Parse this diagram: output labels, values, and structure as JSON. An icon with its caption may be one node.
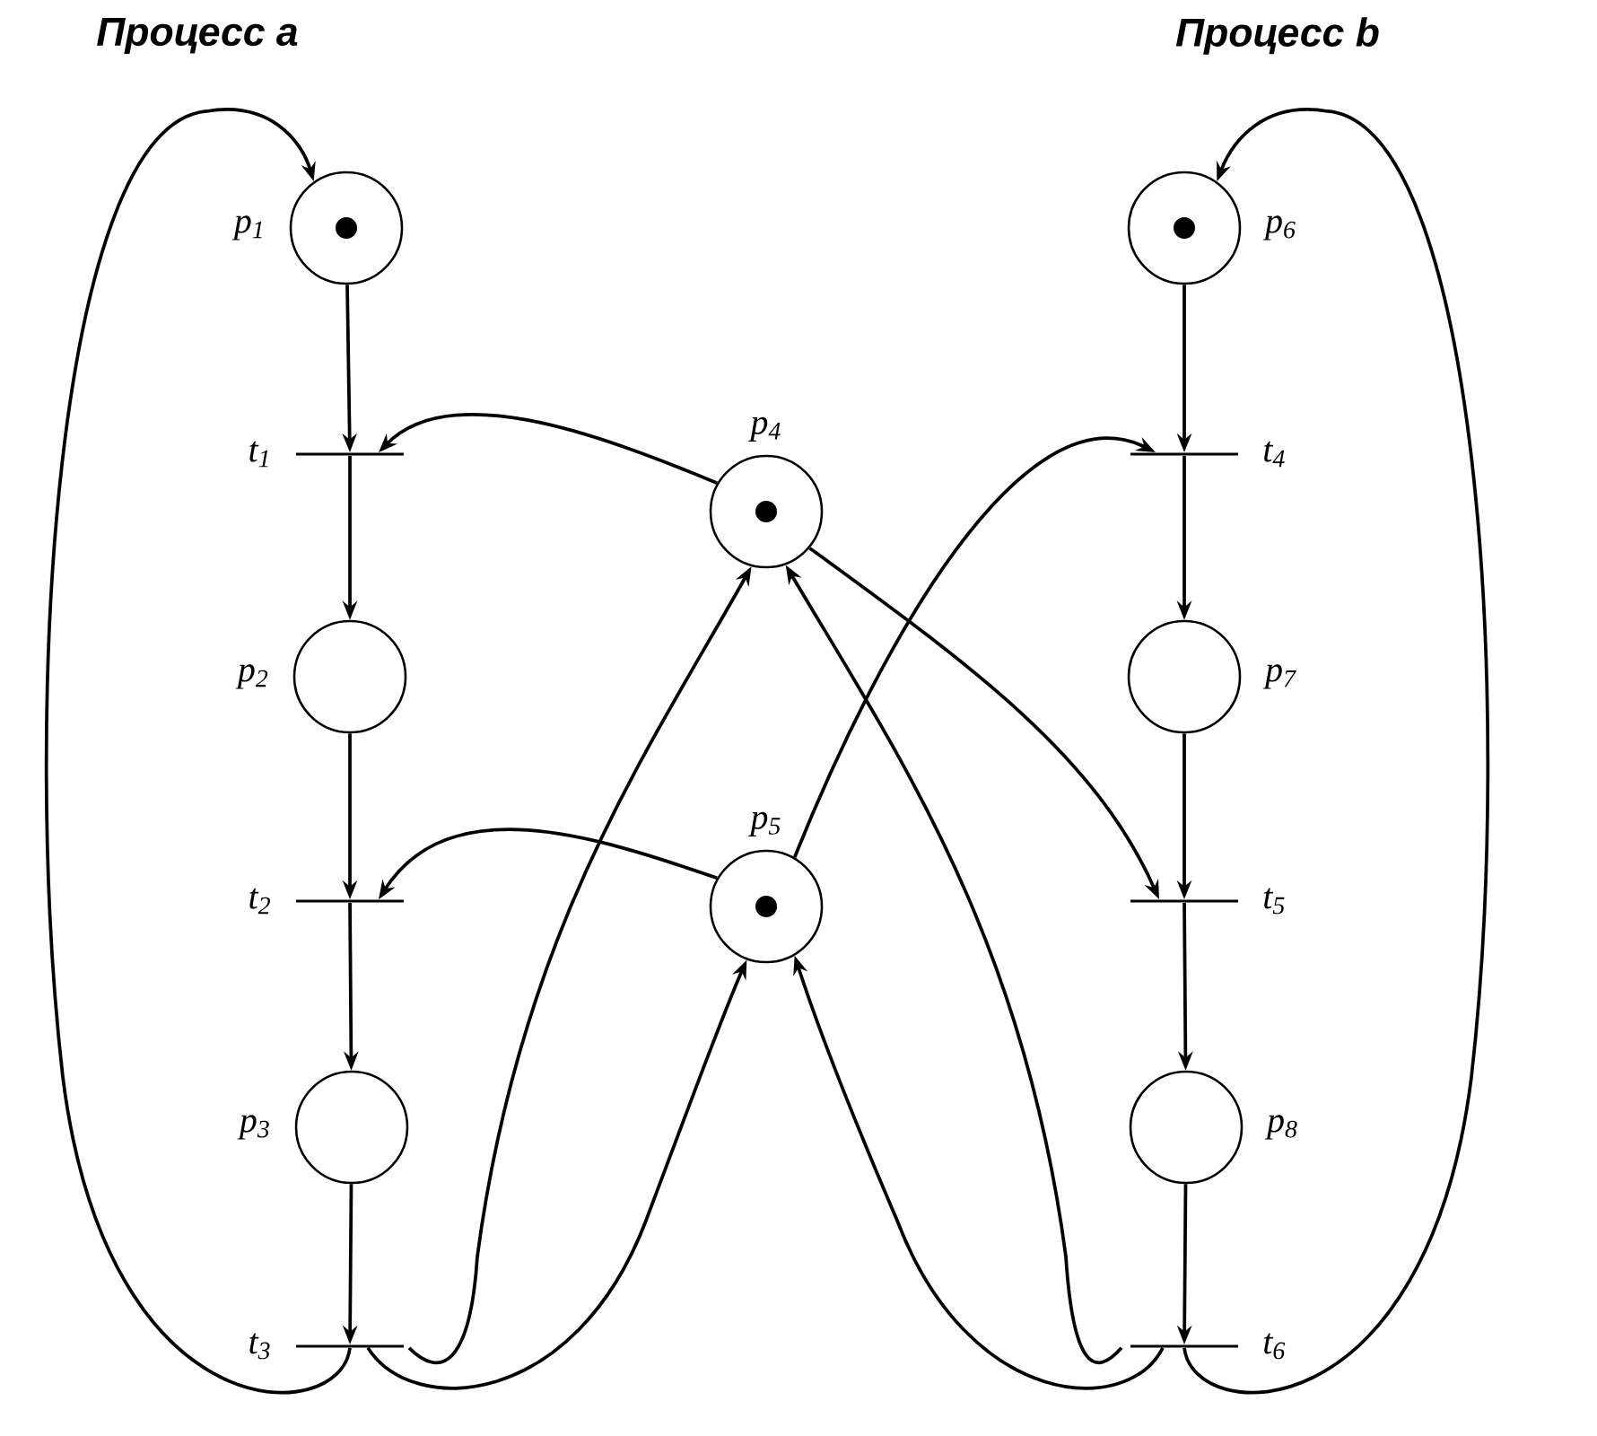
{
  "diagram": {
    "nodes": [
      {
        "text": [],
        "shape": "circle",
        "beside": [
          "p$_{1}$"
        ]
      },
      {
        "text": [],
        "shape": "circle",
        "beside": [
          "p$_{6}$"
        ]
      },
      {
        "text": [],
        "shape": "bar",
        "beside": [
          "t$_{1}$"
        ]
      },
      {
        "text": [],
        "shape": "circle",
        "beside": [
          "p$_{4}$"
        ]
      },
      {
        "text": [],
        "shape": "bar",
        "beside": [
          "t$_{4}$"
        ]
      },
      {
        "text": [],
        "shape": "circle",
        "beside": [
          "p$_{2}$"
        ]
      },
      {
        "text": [],
        "shape": "circle",
        "beside": [
          "p$_{7}$"
        ]
      },
      {
        "text": [],
        "shape": "bar",
        "beside": [
          "t$_{2}$"
        ]
      },
      {
        "text": [],
        "shape": "circle",
        "beside": [
          "p$_{5}$"
        ]
      },
      {
        "text": [],
        "shape": "bar",
        "beside": [
          "t$_{5}$"
        ]
      },
      {
        "text": [],
        "shape": "circle",
        "beside": [
          "p$_{3}$"
        ]
      },
      {
        "text": [],
        "shape": "circle",
        "beside": [
          "p$_{8}$"
        ]
      },
      {
        "text": [],
        "shape": "bar",
        "beside": [
          "t$_{3}$"
        ]
      },
      {
        "text": [],
        "shape": "bar",
        "beside": [
          "t$_{6}$"
        ]
      }
    ],
    "edges": [
      {
        "from": 0,
        "to": 2,
        "arrow": "to"
      },
      {
        "from": 2,
        "to": 5,
        "arrow": "to"
      },
      {
        "from": 5,
        "to": 7,
        "arrow": "to"
      },
      {
        "from": 7,
        "to": 10,
        "arrow": "to"
      },
      {
        "from": 10,
        "to": 12,
        "arrow": "to"
      },
      {
        "from": 12,
        "to": 0,
        "arrow": "to"
      },
      {
        "from": 1,
        "to": 4,
        "arrow": "to"
      },
      {
        "from": 4,
        "to": 6,
        "arrow": "to"
      },
      {
        "from": 6,
        "to": 9,
        "arrow": "to"
      },
      {
        "from": 9,
        "to": 11,
        "arrow": "to"
      },
      {
        "from": 11,
        "to": 13,
        "arrow": "to"
      },
      {
        "from": 13,
        "to": 1,
        "arrow": "to"
      },
      {
        "from": 3,
        "to": 2,
        "arrow": "to"
      },
      {
        "from": 3,
        "to": 9,
        "arrow": "to"
      },
      {
        "from": 8,
        "to": 7,
        "arrow": "to"
      },
      {
        "from": 8,
        "to": 4,
        "arrow": "to"
      },
      {
        "from": 12,
        "to": 3,
        "arrow": "to"
      },
      {
        "from": 12,
        "to": 8,
        "arrow": "to"
      },
      {
        "from": 13,
        "to": 3,
        "arrow": "to"
      },
      {
        "from": 13,
        "to": 8,
        "arrow": "to"
      }
    ],
    "labels": [
      "Процесс a",
      "Процесс b"
    ]
  }
}
